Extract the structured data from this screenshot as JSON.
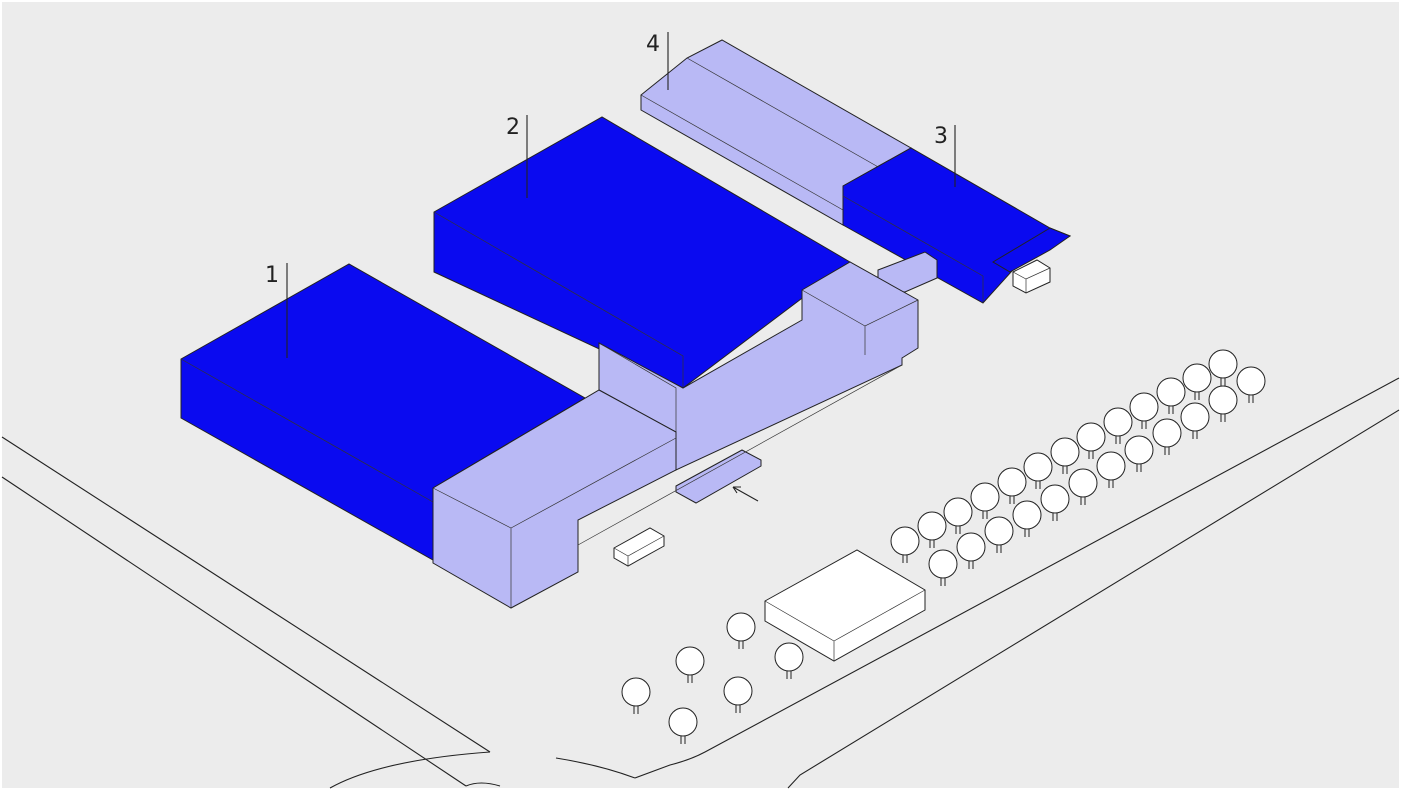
{
  "colors": {
    "background": "#ececec",
    "highlight_building": "#0a0af0",
    "secondary_building": "#b9b9f5",
    "neutral_building": "#ffffff",
    "line": "#222222"
  },
  "labels": [
    {
      "id": "1",
      "text": "1"
    },
    {
      "id": "2",
      "text": "2"
    },
    {
      "id": "3",
      "text": "3"
    },
    {
      "id": "4",
      "text": "4"
    }
  ],
  "icons": [
    "arrow-icon",
    "tree-icon"
  ]
}
